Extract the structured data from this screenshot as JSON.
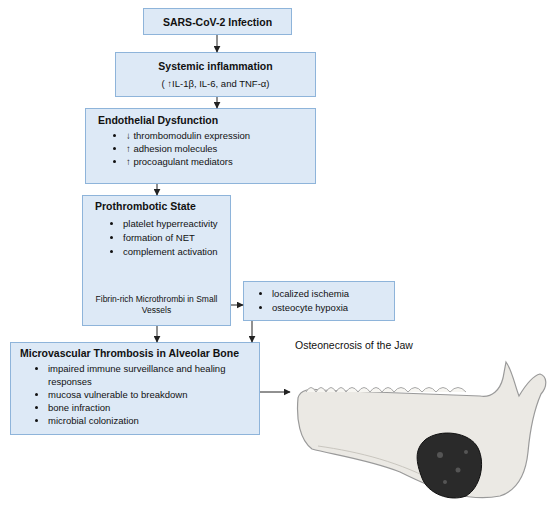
{
  "diagram": {
    "nodes": [
      {
        "text": [
          "SARS-CoV-2 Infection"
        ]
      },
      {
        "text": [
          "Systemic inflammation",
          "( ↑IL-1β, IL-6, and TNF-α)"
        ]
      },
      {
        "text": [
          "Endothelial Dysfunction",
          "↓ thrombomodulin expression",
          "↑ adhesion molecules",
          "↑ procoagulant mediators"
        ]
      },
      {
        "text": [
          "Prothrombotic State",
          "platelet hyperreactivity",
          "formation of NET",
          "complement activation",
          "Fibrin-rich Microthrombi in Small Vessels"
        ]
      },
      {
        "text": [
          "localized ischemia",
          "osteocyte hypoxia"
        ]
      },
      {
        "text": [
          "Microvascular Thrombosis in Alveolar Bone",
          "impaired immune surveillance and healing responses",
          "mucosa vulnerable to breakdown",
          "bone infraction",
          "microbial colonization"
        ]
      },
      {
        "text": [
          "Osteonecrosis of the Jaw"
        ]
      }
    ],
    "edges": [
      {
        "from": 0,
        "to": 1,
        "arrow": "to"
      },
      {
        "from": 1,
        "to": 2,
        "arrow": "to"
      },
      {
        "from": 2,
        "to": 3,
        "arrow": "to"
      },
      {
        "from": 3,
        "to": 4,
        "arrow": "to"
      },
      {
        "from": 3,
        "to": 5,
        "arrow": "to"
      },
      {
        "from": 4,
        "to": 5,
        "arrow": "to"
      },
      {
        "from": 5,
        "to": 6,
        "arrow": "to"
      }
    ]
  }
}
